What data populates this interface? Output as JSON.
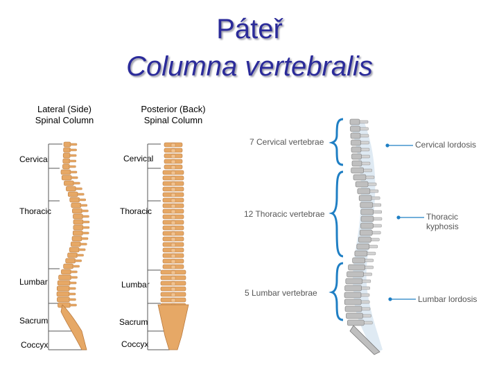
{
  "title": {
    "line1": "Páteř",
    "line2": "Columna vertebralis"
  },
  "lateral": {
    "heading_line1": "Lateral (Side)",
    "heading_line2": "Spinal Column",
    "labels": [
      "Cervical",
      "Thoracic",
      "Lumbar",
      "Sacrum",
      "Coccyx"
    ]
  },
  "posterior": {
    "heading_line1": "Posterior (Back)",
    "heading_line2": "Spinal Column",
    "labels": [
      "Cervical",
      "Thoracic",
      "Lumbar",
      "Sacrum",
      "Coccyx"
    ]
  },
  "sagittal": {
    "left_labels": [
      "7 Cervical vertebrae",
      "12 Thoracic vertebrae",
      "5 Lumbar vertebrae"
    ],
    "right_labels": [
      "Cervical lordosis",
      "Thoracic\nkyphosis",
      "Lumbar lordosis"
    ]
  },
  "colors": {
    "title": "#2b2b9a",
    "bone": "#e6a866",
    "bone_dark": "#b8783c",
    "bracket": "#1f7fc4",
    "gray_bone": "#bfbfbf"
  }
}
